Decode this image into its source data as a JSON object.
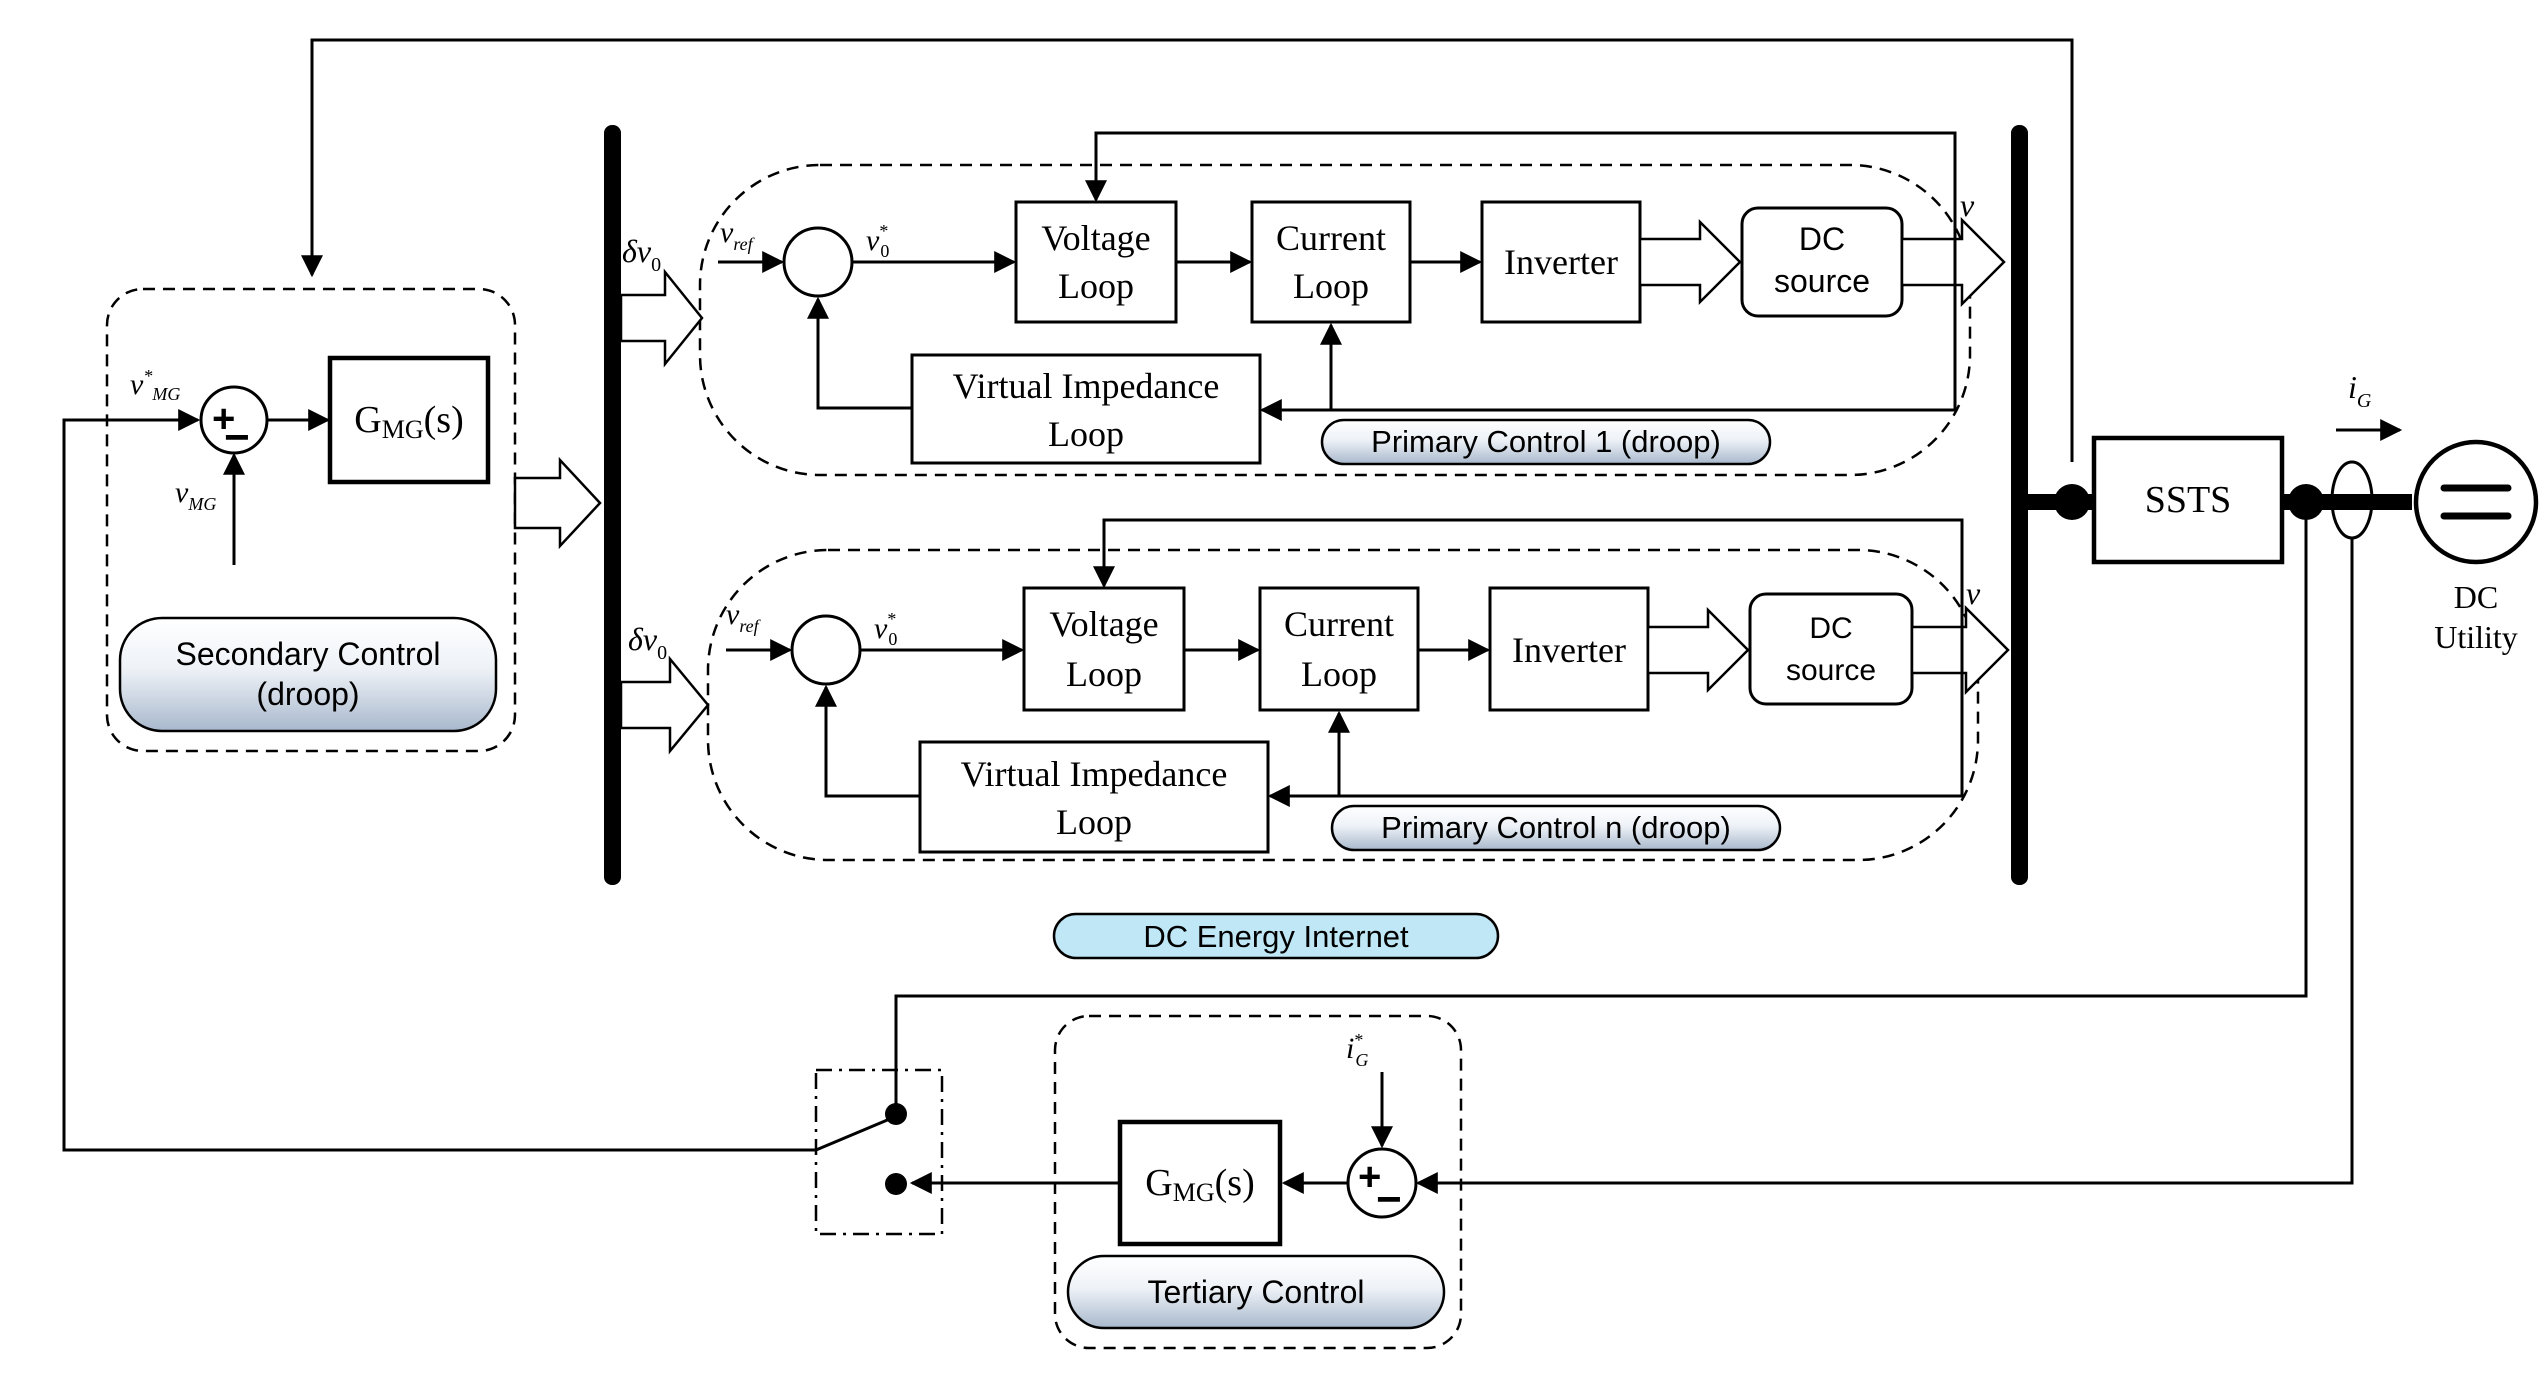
{
  "colors": {
    "line": "#000000",
    "pill_gradient_top": "#ffffff",
    "pill_gradient_bottom": "#a8b8cc",
    "dc_energy_internet_fill": "#bfe7f6"
  },
  "secondary": {
    "ref_label": "v*MG",
    "ref_base": "v",
    "ref_sup": "*",
    "ref_sub": "MG",
    "meas_base": "v",
    "meas_sub": "MG",
    "plus": "+",
    "minus": "−",
    "tf_base": "G",
    "tf_sub": "MG",
    "tf_tail": "(s)",
    "pill_line1": "Secondary Control",
    "pill_line2": "(droop)"
  },
  "primary_units": [
    {
      "delta_base": "δv",
      "delta_sub": "0",
      "vref_base": "v",
      "vref_sub": "ref",
      "v0_base": "v",
      "v0_sup": "*",
      "v0_sub": "0",
      "voltage_loop_1": "Voltage",
      "voltage_loop_2": "Loop",
      "current_loop_1": "Current",
      "current_loop_2": "Loop",
      "inverter": "Inverter",
      "dc_source_1": "DC",
      "dc_source_2": "source",
      "virtual_1": "Virtual Impedance",
      "virtual_2": "Loop",
      "v_out": "v",
      "pill": "Primary Control 1 (droop)"
    },
    {
      "delta_base": "δv",
      "delta_sub": "0",
      "vref_base": "v",
      "vref_sub": "ref",
      "v0_base": "v",
      "v0_sup": "*",
      "v0_sub": "0",
      "voltage_loop_1": "Voltage",
      "voltage_loop_2": "Loop",
      "current_loop_1": "Current",
      "current_loop_2": "Loop",
      "inverter": "Inverter",
      "dc_source_1": "DC",
      "dc_source_2": "source",
      "virtual_1": "Virtual Impedance",
      "virtual_2": "Loop",
      "v_out": "v",
      "pill": "Primary Control n (droop)"
    }
  ],
  "dc_energy_internet": "DC Energy Internet",
  "ssts": "SSTS",
  "grid_current": {
    "base": "i",
    "sub": "G"
  },
  "dc_utility_1": "DC",
  "dc_utility_2": "Utility",
  "tertiary": {
    "ref_base": "i",
    "ref_sup": "*",
    "ref_sub": "G",
    "plus": "+",
    "minus": "−",
    "tf_base": "G",
    "tf_sub": "MG",
    "tf_tail": "(s)",
    "pill": "Tertiary Control"
  }
}
